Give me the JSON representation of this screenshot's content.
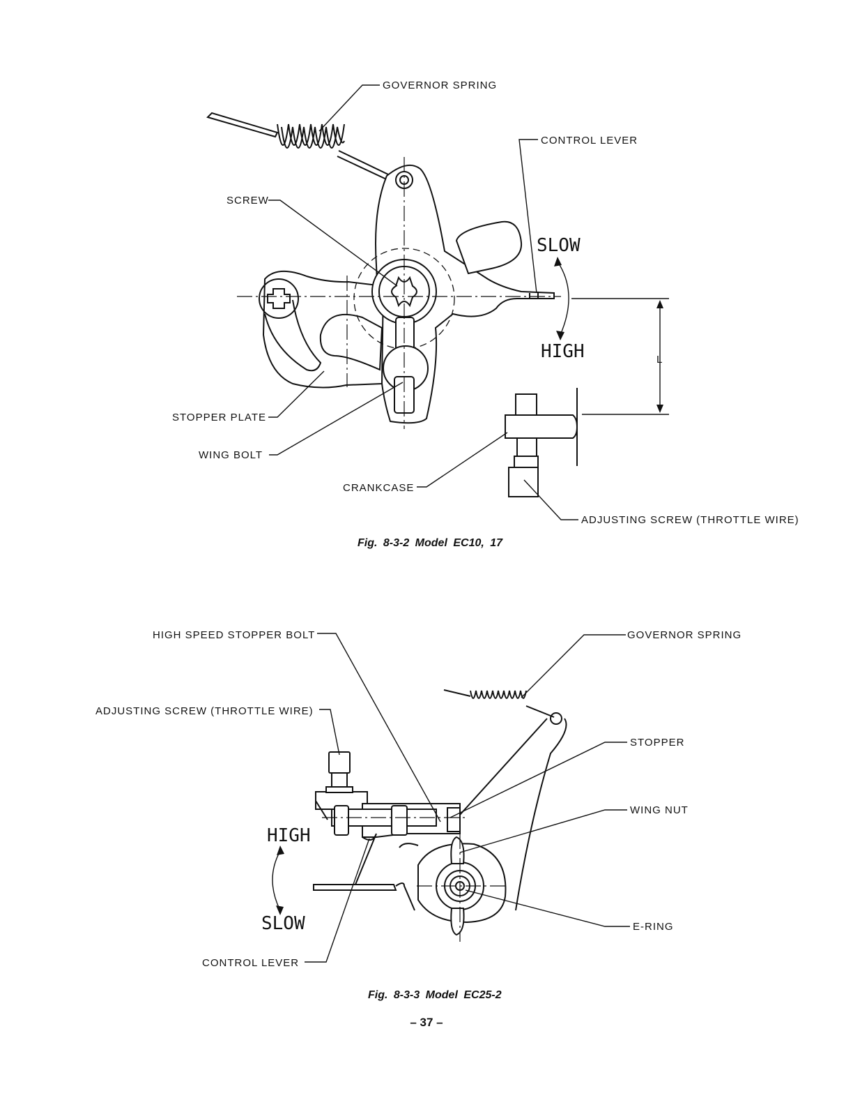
{
  "figure_1": {
    "caption": "Fig. 8-3-2   Model EC10, 17",
    "labels": {
      "governor_spring": "GOVERNOR SPRING",
      "control_lever": "CONTROL LEVER",
      "screw": "SCREW",
      "slow": "SLOW",
      "high": "HIGH",
      "dimension_l": "L",
      "stopper_plate": "STOPPER PLATE",
      "wing_bolt": "WING BOLT",
      "crankcase": "CRANKCASE",
      "adjusting_screw": "ADJUSTING SCREW (THROTTLE WIRE)"
    }
  },
  "figure_2": {
    "caption": "Fig. 8-3-3   Model EC25-2",
    "labels": {
      "high_speed_stopper_bolt": "HIGH SPEED STOPPER BOLT",
      "governor_spring": "GOVERNOR SPRING",
      "adjusting_screw": "ADJUSTING SCREW (THROTTLE WIRE)",
      "stopper": "STOPPER",
      "wing_nut": "WING NUT",
      "high": "HIGH",
      "slow": "SLOW",
      "e_ring": "E-RING",
      "control_lever": "CONTROL LEVER"
    }
  },
  "page_number": "– 37 –"
}
